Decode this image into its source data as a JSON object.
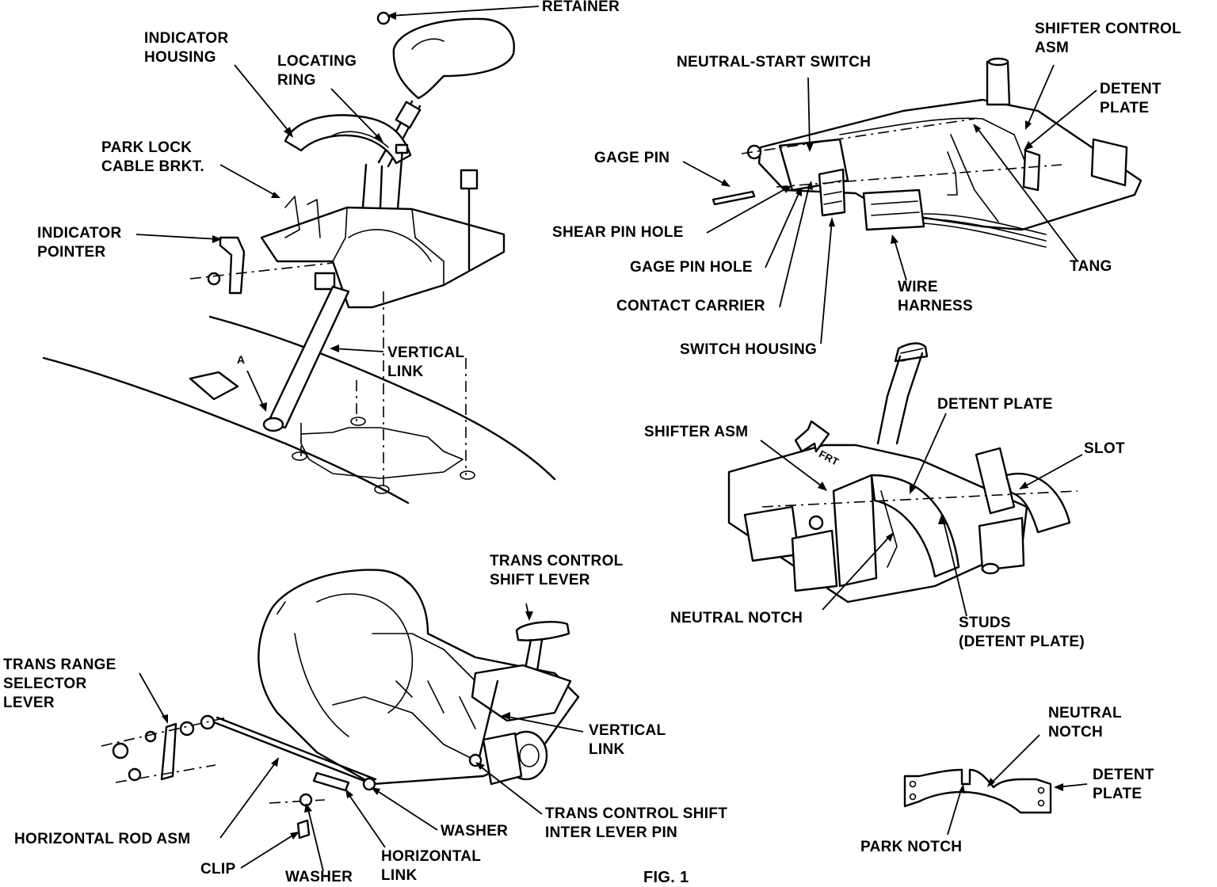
{
  "figure": {
    "caption": "FIG. 1"
  },
  "shifter_top_left": {
    "retainer": "RETAINER",
    "indicator_housing": [
      "INDICATOR",
      "HOUSING"
    ],
    "locating_ring": [
      "LOCATING",
      "RING"
    ],
    "park_lock_cable_brkt": [
      "PARK LOCK",
      "CABLE BRKT."
    ],
    "indicator_pointer": [
      "INDICATOR",
      "POINTER"
    ],
    "vertical_link": [
      "VERTICAL",
      "LINK"
    ],
    "point_a": "A"
  },
  "neutral_start_switch": {
    "shifter_control_asm": [
      "SHIFTER CONTROL",
      "ASM"
    ],
    "neutral_start_switch": "NEUTRAL-START SWITCH",
    "detent_plate": [
      "DETENT",
      "PLATE"
    ],
    "gage_pin": "GAGE PIN",
    "shear_pin_hole": "SHEAR PIN HOLE",
    "gage_pin_hole": "GAGE PIN HOLE",
    "contact_carrier": "CONTACT CARRIER",
    "switch_housing": "SWITCH HOUSING",
    "wire_harness": [
      "WIRE",
      "HARNESS"
    ],
    "tang": "TANG"
  },
  "shifter_asm_detail": {
    "detent_plate": "DETENT PLATE",
    "shifter_asm": "SHIFTER ASM",
    "frt": "FRT",
    "slot": "SLOT",
    "neutral_notch": "NEUTRAL NOTCH",
    "studs": [
      "STUDS",
      "(DETENT PLATE)"
    ]
  },
  "transmission": {
    "trans_control_shift_lever": [
      "TRANS CONTROL",
      "SHIFT LEVER"
    ],
    "trans_range_selector_lever": [
      "TRANS RANGE",
      "SELECTOR",
      "LEVER"
    ],
    "vertical_link": [
      "VERTICAL",
      "LINK"
    ],
    "trans_control_shift_inter_lever_pin": [
      "TRANS CONTROL SHIFT",
      "INTER LEVER PIN"
    ],
    "washer_right": "WASHER",
    "horizontal_rod_asm": "HORIZONTAL ROD ASM",
    "horizontal_link": [
      "HORIZONTAL",
      "LINK"
    ],
    "clip": "CLIP",
    "washer_bottom": "WASHER"
  },
  "detent_plate_detail": {
    "neutral_notch": [
      "NEUTRAL",
      "NOTCH"
    ],
    "detent_plate": [
      "DETENT",
      "PLATE"
    ],
    "park_notch": "PARK NOTCH"
  }
}
